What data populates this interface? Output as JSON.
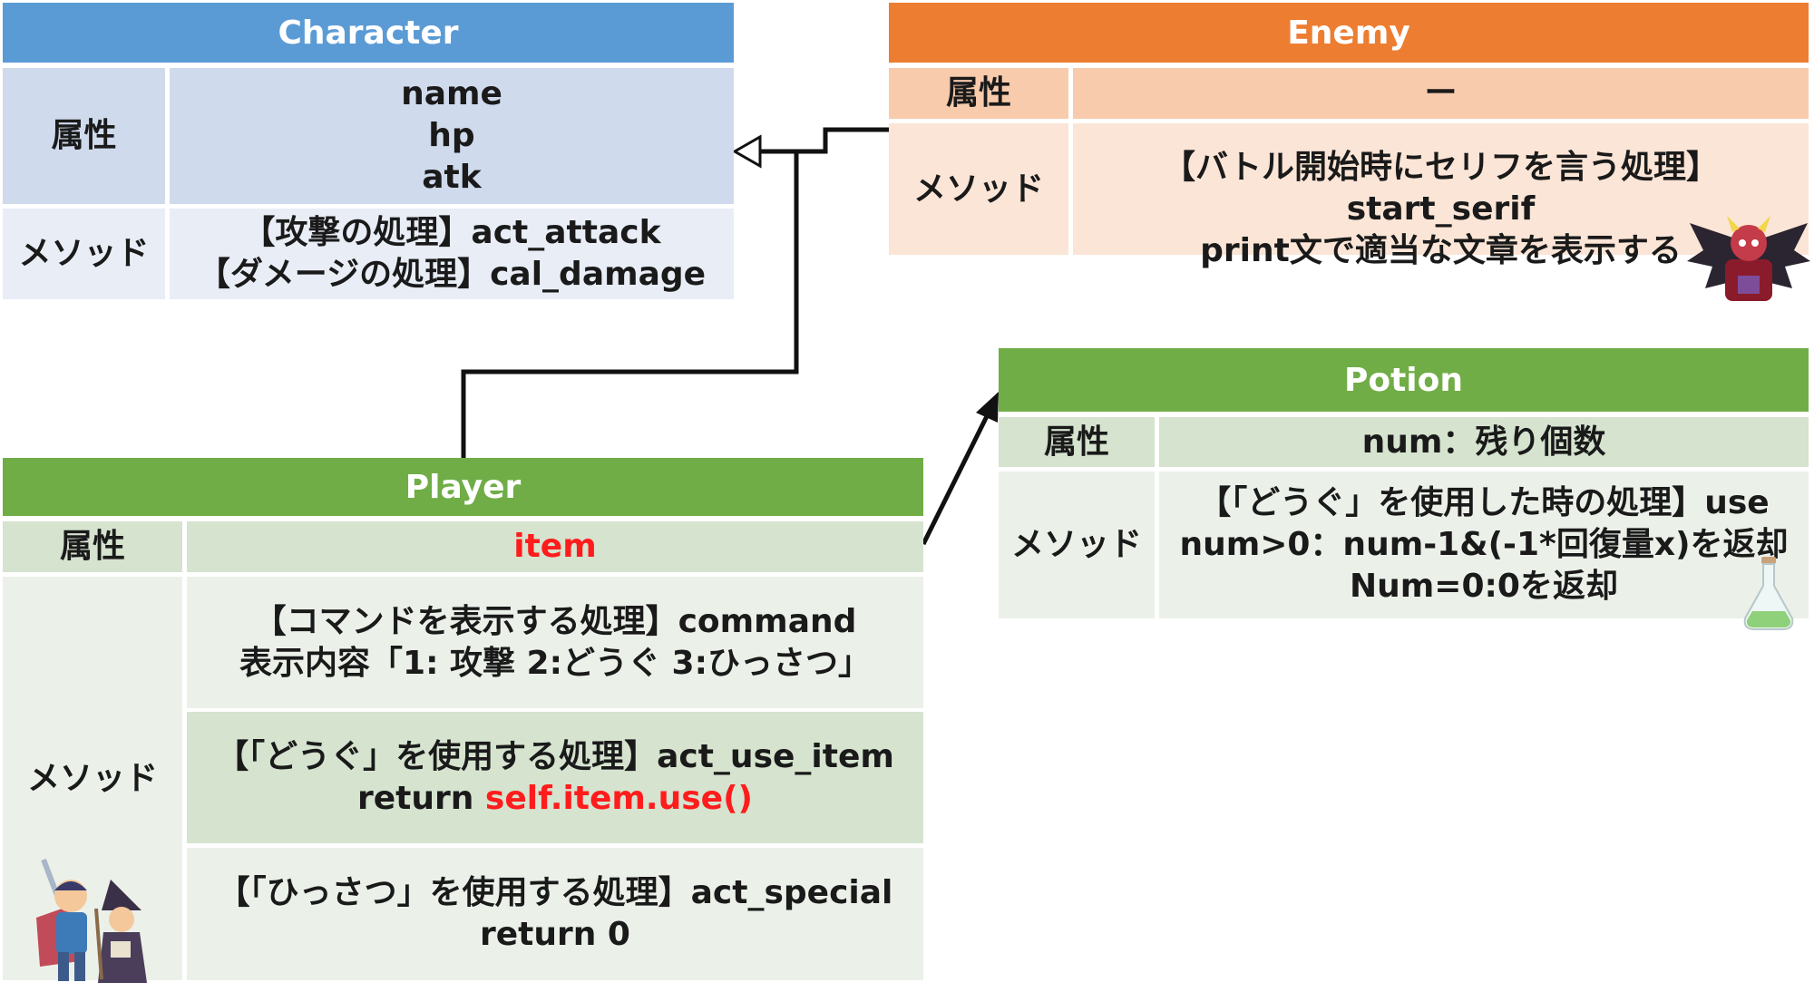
{
  "character": {
    "title": "Character",
    "attr_label": "属性",
    "attrs": [
      "name",
      "hp",
      "atk"
    ],
    "method_label": "メソッド",
    "methods": [
      "【攻撃の処理】act_attack",
      "【ダメージの処理】cal_damage"
    ]
  },
  "enemy": {
    "title": "Enemy",
    "attr_label": "属性",
    "attr_value": "ー",
    "method_label": "メソッド",
    "methods": [
      "【バトル開始時にセリフを言う処理】start_serif",
      "print文で適当な文章を表示する"
    ]
  },
  "potion": {
    "title": "Potion",
    "attr_label": "属性",
    "attr_value": "num：残り個数",
    "method_label": "メソッド",
    "methods": [
      "【「どうぐ」を使用した時の処理】use",
      "num>0：num-1&(-1*回復量x)を返却",
      "Num=0:0を返却"
    ]
  },
  "player": {
    "title": "Player",
    "attr_label": "属性",
    "attr_value": "item",
    "method_label": "メソッド",
    "method1": [
      "【コマンドを表示する処理】command",
      "表示内容「1: 攻撃 2:どうぐ 3:ひっさつ」"
    ],
    "method2_line1": "【「どうぐ」を使用する処理】act_use_item",
    "method2_return": "return ",
    "method2_call": "self.item.use()",
    "method3": [
      "【「ひっさつ」を使用する処理】act_special",
      "return 0"
    ]
  },
  "colors": {
    "character_header": "#5b9bd5",
    "character_body": "#cfdaec",
    "character_body_alt": "#e8edf6",
    "enemy_header": "#ed7d31",
    "enemy_body": "#f8cbad",
    "enemy_body_alt": "#fbe5d6",
    "green_header": "#70ad47",
    "green_body": "#d5e3cf",
    "green_body_alt": "#ebf1e9",
    "highlight": "#ff1c1c"
  },
  "icons": [
    "demon-king-icon",
    "potion-flask-icon",
    "hero-party-icon"
  ]
}
